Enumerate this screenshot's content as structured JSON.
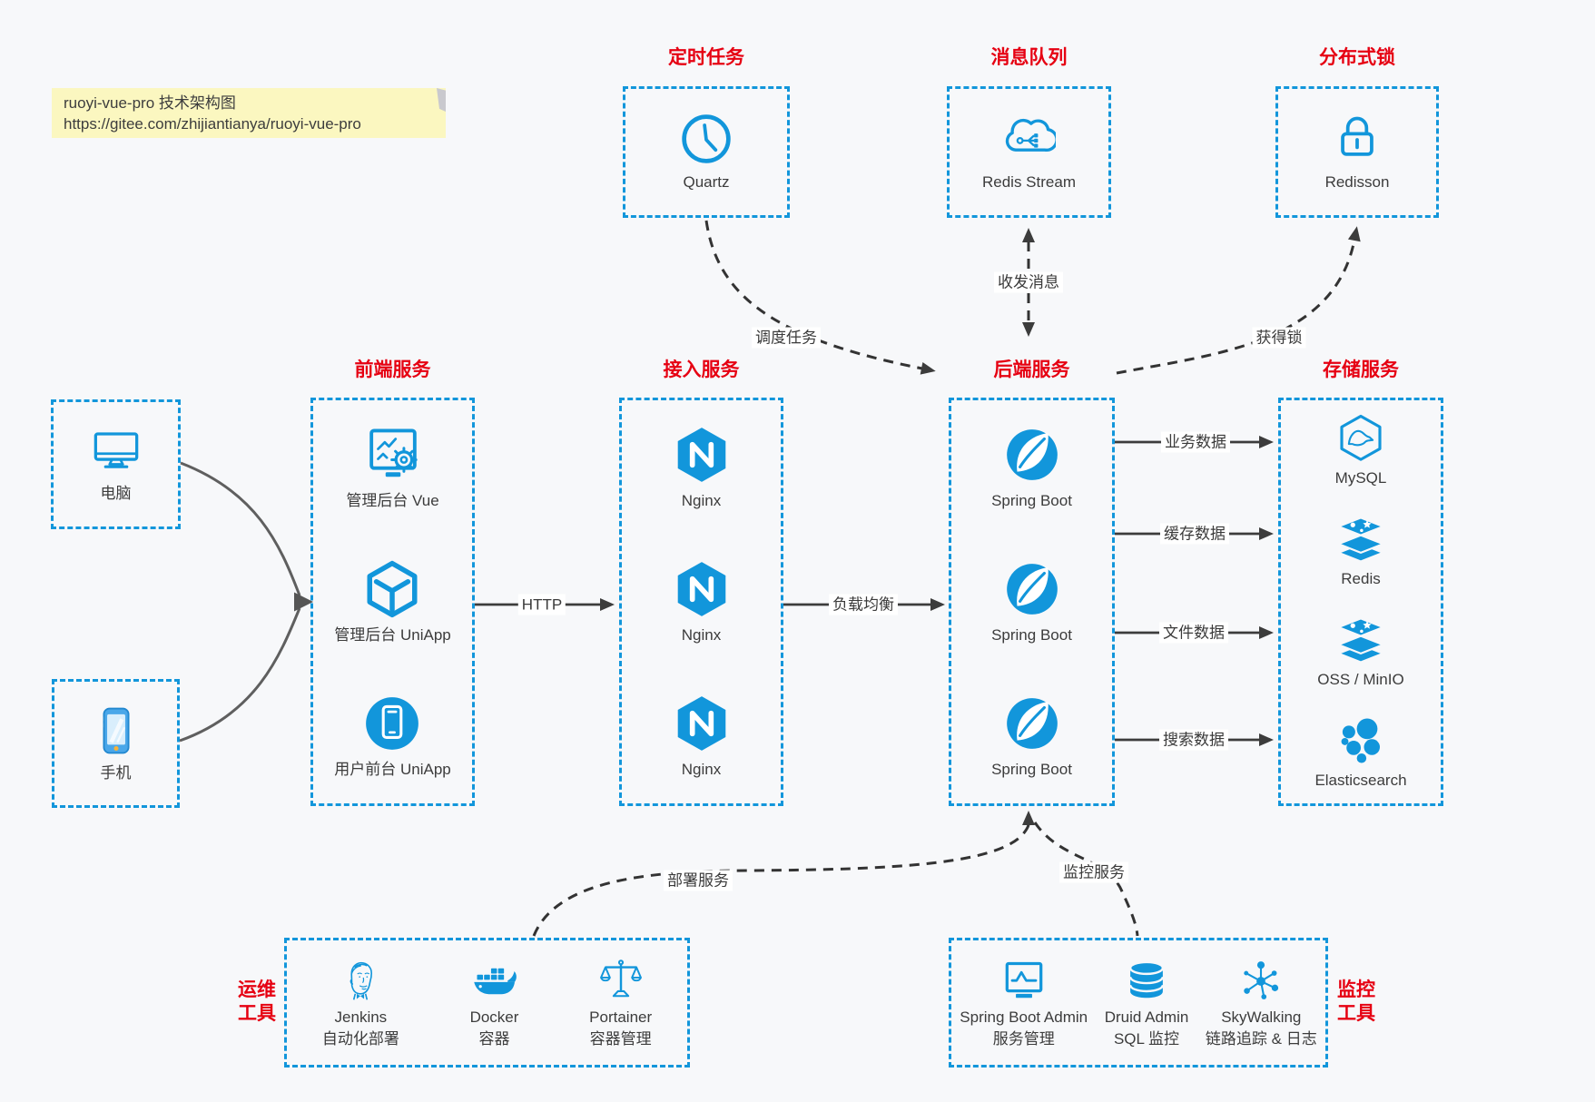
{
  "colors": {
    "accent_blue": "#1296db",
    "title_red": "#e60012",
    "background": "#f7f8fa",
    "note_yellow": "#fbf7c0",
    "arrow_dark": "#3c3c3c"
  },
  "note": {
    "title": "ruoyi-vue-pro 技术架构图",
    "url": "https://gitee.com/zhijiantianya/ruoyi-vue-pro"
  },
  "top_groups": [
    {
      "title": "定时任务",
      "item": {
        "label": "Quartz",
        "icon": "quartz-clock-icon"
      }
    },
    {
      "title": "消息队列",
      "item": {
        "label": "Redis Stream",
        "icon": "redis-stream-cloud-icon"
      }
    },
    {
      "title": "分布式锁",
      "item": {
        "label": "Redisson",
        "icon": "redisson-lock-icon"
      }
    }
  ],
  "clients": [
    {
      "label": "电脑",
      "icon": "computer-icon"
    },
    {
      "label": "手机",
      "icon": "phone-icon"
    }
  ],
  "service_columns": [
    {
      "title": "前端服务",
      "items": [
        {
          "label": "管理后台 Vue",
          "icon": "vue-admin-icon"
        },
        {
          "label": "管理后台 UniApp",
          "icon": "uniapp-cube-icon"
        },
        {
          "label": "用户前台 UniApp",
          "icon": "user-uniapp-icon"
        }
      ]
    },
    {
      "title": "接入服务",
      "items": [
        {
          "label": "Nginx",
          "icon": "nginx-icon"
        },
        {
          "label": "Nginx",
          "icon": "nginx-icon"
        },
        {
          "label": "Nginx",
          "icon": "nginx-icon"
        }
      ]
    },
    {
      "title": "后端服务",
      "items": [
        {
          "label": "Spring Boot",
          "icon": "springboot-icon"
        },
        {
          "label": "Spring Boot",
          "icon": "springboot-icon"
        },
        {
          "label": "Spring Boot",
          "icon": "springboot-icon"
        }
      ]
    },
    {
      "title": "存储服务",
      "items": [
        {
          "label": "MySQL",
          "icon": "mysql-icon"
        },
        {
          "label": "Redis",
          "icon": "redis-icon"
        },
        {
          "label": "OSS / MinIO",
          "icon": "oss-minio-icon"
        },
        {
          "label": "Elasticsearch",
          "icon": "elasticsearch-icon"
        }
      ]
    }
  ],
  "edges": {
    "http": "HTTP",
    "load_balance": "负载均衡",
    "schedule": "调度任务",
    "messages": "收发消息",
    "lock": "获得锁",
    "deploy": "部署服务",
    "monitor": "监控服务",
    "data_flows": [
      "业务数据",
      "缓存数据",
      "文件数据",
      "搜索数据"
    ]
  },
  "bottom_groups": [
    {
      "side_label_line1": "运维",
      "side_label_line2": "工具",
      "items": [
        {
          "name": "Jenkins",
          "desc": "自动化部署",
          "icon": "jenkins-icon"
        },
        {
          "name": "Docker",
          "desc": "容器",
          "icon": "docker-icon"
        },
        {
          "name": "Portainer",
          "desc": "容器管理",
          "icon": "portainer-icon"
        }
      ]
    },
    {
      "side_label_line1": "监控",
      "side_label_line2": "工具",
      "items": [
        {
          "name": "Spring Boot Admin",
          "desc": "服务管理",
          "icon": "springboot-admin-icon"
        },
        {
          "name": "Druid Admin",
          "desc": "SQL 监控",
          "icon": "druid-icon"
        },
        {
          "name": "SkyWalking",
          "desc": "链路追踪 & 日志",
          "icon": "skywalking-icon"
        }
      ]
    }
  ]
}
